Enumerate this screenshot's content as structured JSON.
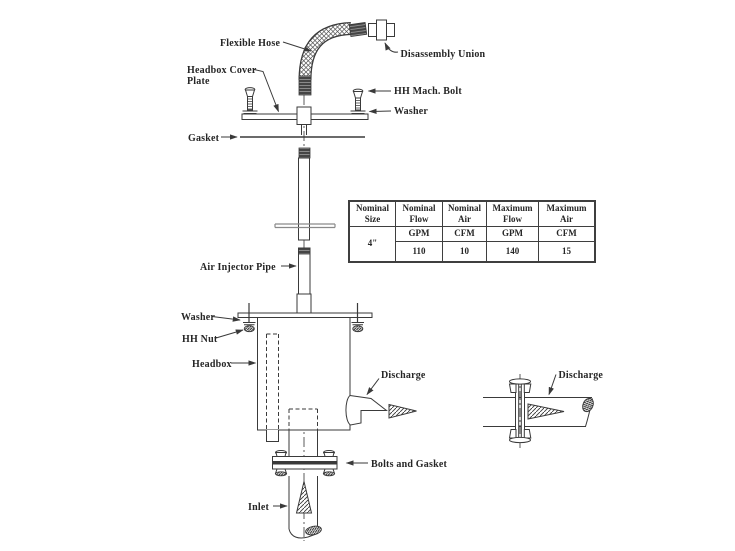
{
  "diagram": {
    "labels": {
      "flexible_hose": "Flexible Hose",
      "disassembly_union": "Disassembly Union",
      "headbox_cover_line1": "Headbox Cover",
      "headbox_cover_line2": "Plate",
      "hh_mach_bolt": "HH Mach. Bolt",
      "washer_top": "Washer",
      "gasket": "Gasket",
      "air_injector_pipe": "Air Injector Pipe",
      "washer_bottom": "Washer",
      "hh_nut": "HH Nut",
      "headbox": "Headbox",
      "discharge_left": "Discharge",
      "discharge_right": "Discharge",
      "bolts_and_gasket": "Bolts and Gasket",
      "inlet": "Inlet"
    },
    "colors": {
      "line": "#3a3a3a",
      "text": "#262626",
      "background": "#ffffff"
    }
  },
  "table": {
    "headers": [
      [
        "Nominal",
        "Size"
      ],
      [
        "Nominal",
        "Flow"
      ],
      [
        "Nominal",
        "Air"
      ],
      [
        "Maximum",
        "Flow"
      ],
      [
        "Maximum",
        "Air"
      ]
    ],
    "units": [
      "GPM",
      "CFM",
      "GPM",
      "CFM"
    ],
    "size_value": "4\"",
    "values": [
      "110",
      "10",
      "140",
      "15"
    ]
  }
}
